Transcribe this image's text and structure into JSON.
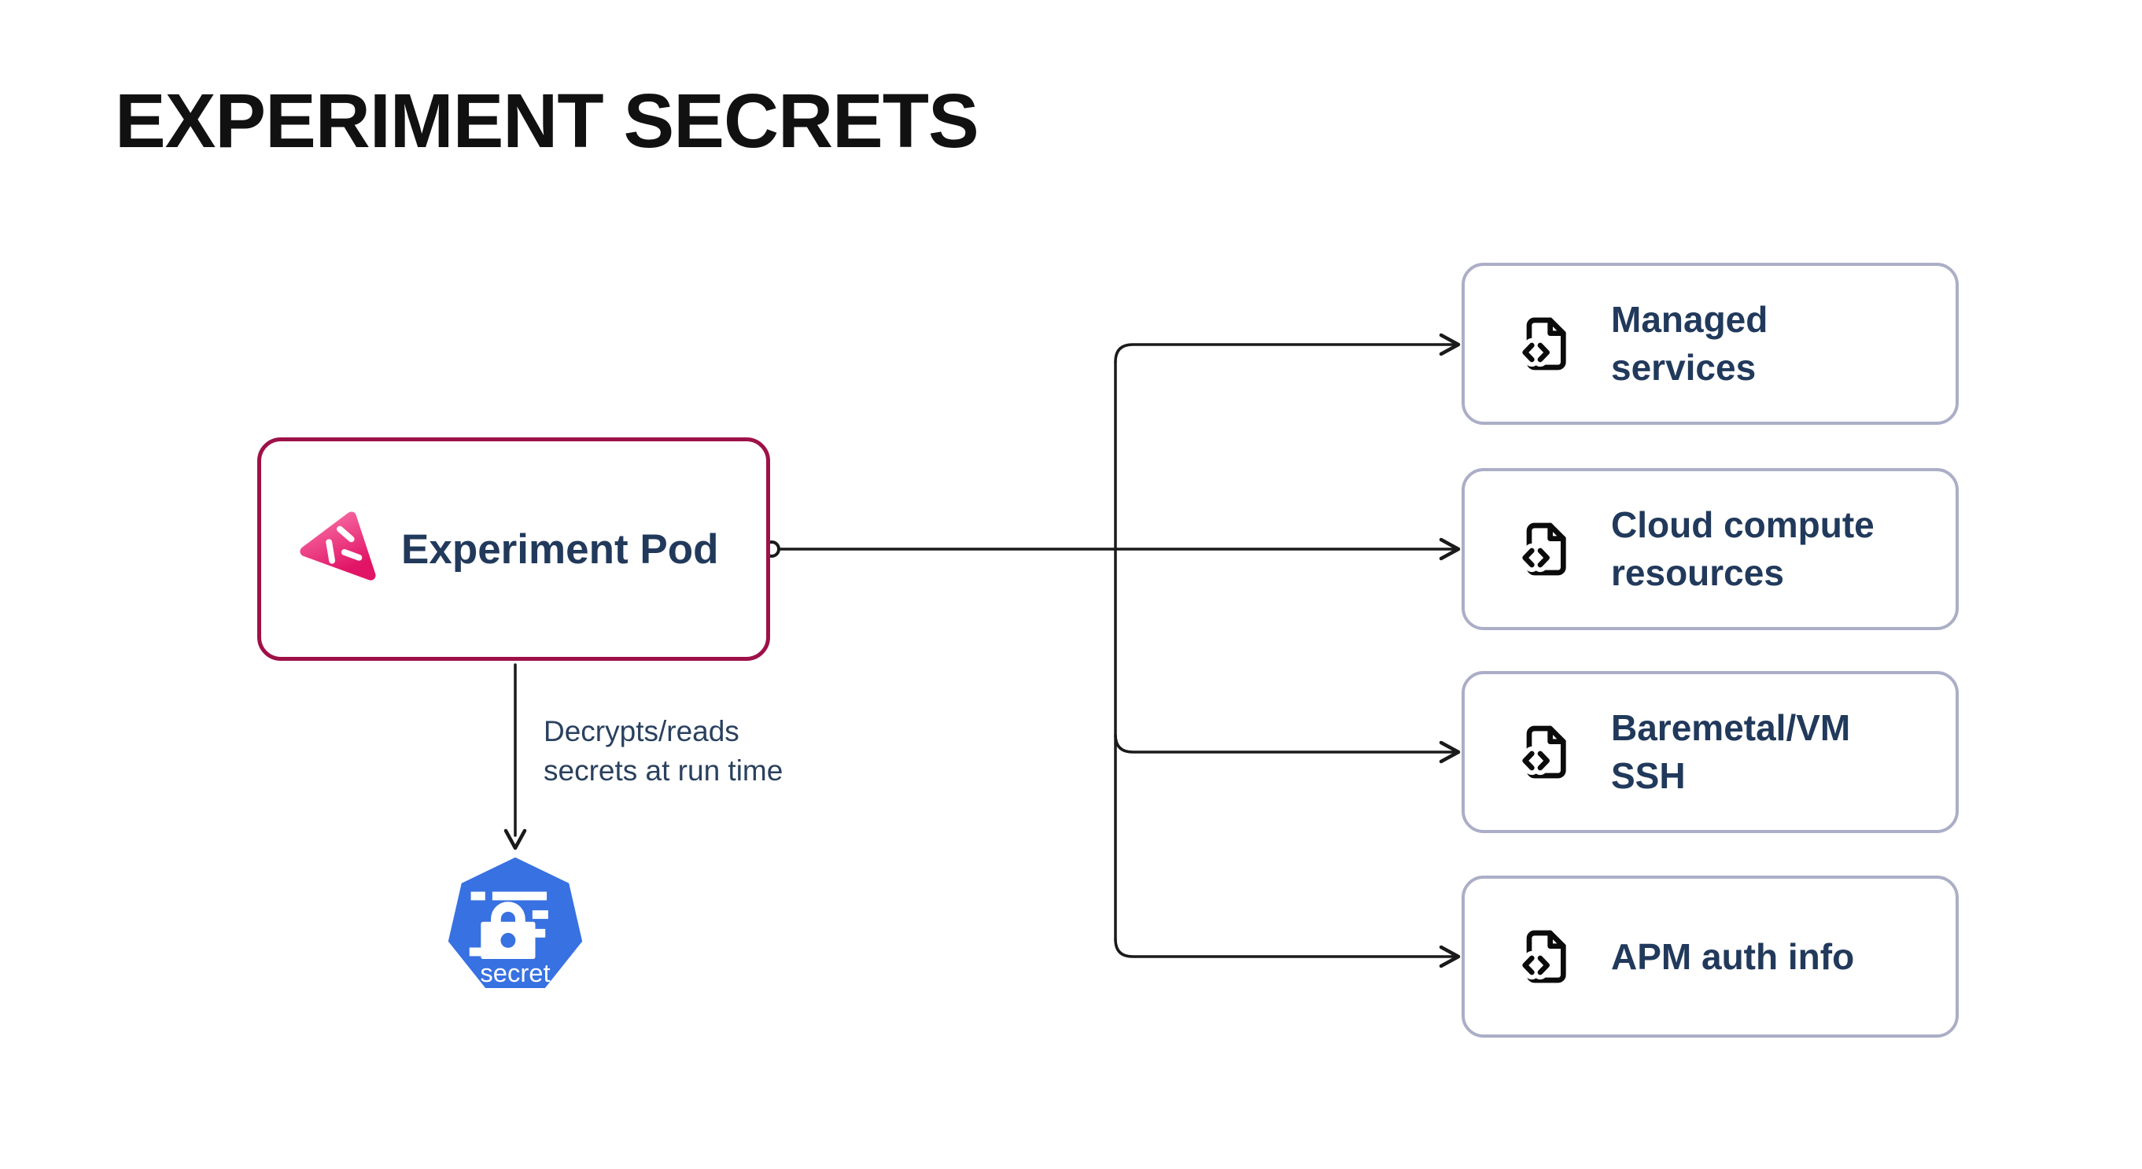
{
  "title": "EXPERIMENT SECRETS",
  "pod": {
    "label": "Experiment Pod"
  },
  "edge": {
    "caption": "Decrypts/reads secrets at run time"
  },
  "secret": {
    "label": "secret"
  },
  "targets": [
    {
      "label": "Managed services"
    },
    {
      "label": "Cloud compute resources"
    },
    {
      "label": "Baremetal/VM SSH"
    },
    {
      "label": "APM auth info"
    }
  ],
  "colors": {
    "title_text": "#111111",
    "node_text": "#21395B",
    "caption_text": "#2A415F",
    "pod_border": "#9E1148",
    "box_border": "#ABAEC6",
    "line": "#1A1A1A",
    "k8s_blue": "#3871E1",
    "icon_black": "#0B0B0B",
    "pod_icon_gradient": [
      "#F973A8",
      "#E11466"
    ]
  }
}
